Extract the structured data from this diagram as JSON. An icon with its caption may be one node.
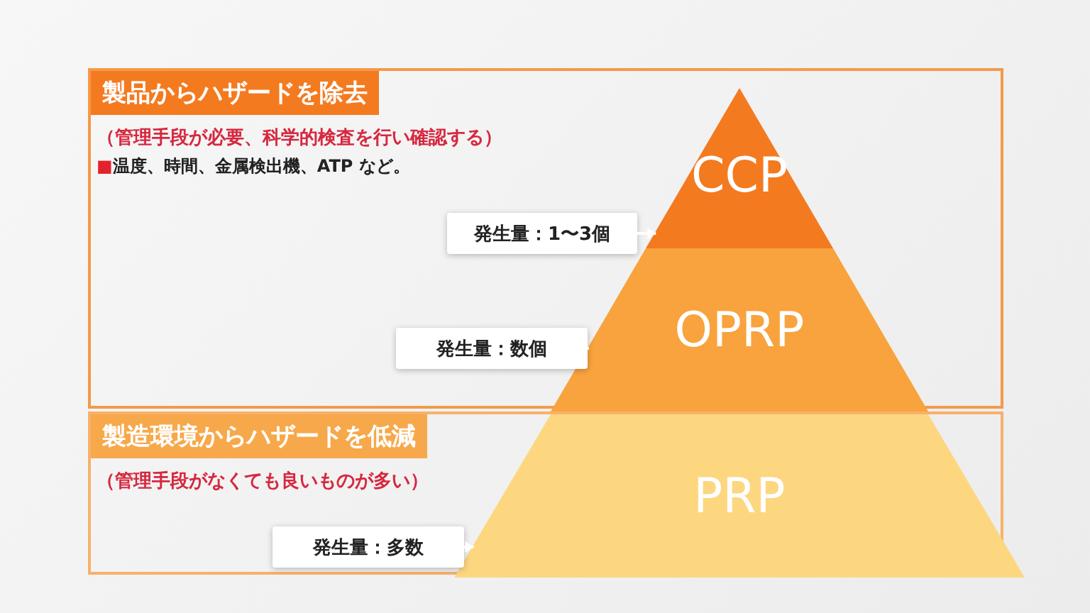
{
  "diagram": {
    "nodes": [
      {
        "text": [
          "製品からハザードを除去",
          "（管理手段が必要、科学的検査を行い確認する）",
          "■温度、時間、金属検出機、ATP など。"
        ]
      },
      {
        "text": [
          "製造環境からハザードを低減",
          "（管理手段がなくても良いものが多い）"
        ]
      },
      {
        "text": [
          "CCP"
        ],
        "in": 0
      },
      {
        "text": [
          "OPRP"
        ],
        "in": 0
      },
      {
        "text": [
          "PRP"
        ],
        "in": 1
      },
      {
        "text": [
          "発生量：1〜3個"
        ],
        "in": 0
      },
      {
        "text": [
          "発生量：数個"
        ],
        "in": 0
      },
      {
        "text": [
          "発生量：多数"
        ],
        "in": 1
      }
    ],
    "edges": [
      {
        "from": 5,
        "to": 2,
        "arrow": "to"
      },
      {
        "from": 6,
        "to": 3,
        "arrow": "to"
      },
      {
        "from": 7,
        "to": 4,
        "arrow": "to"
      }
    ]
  }
}
